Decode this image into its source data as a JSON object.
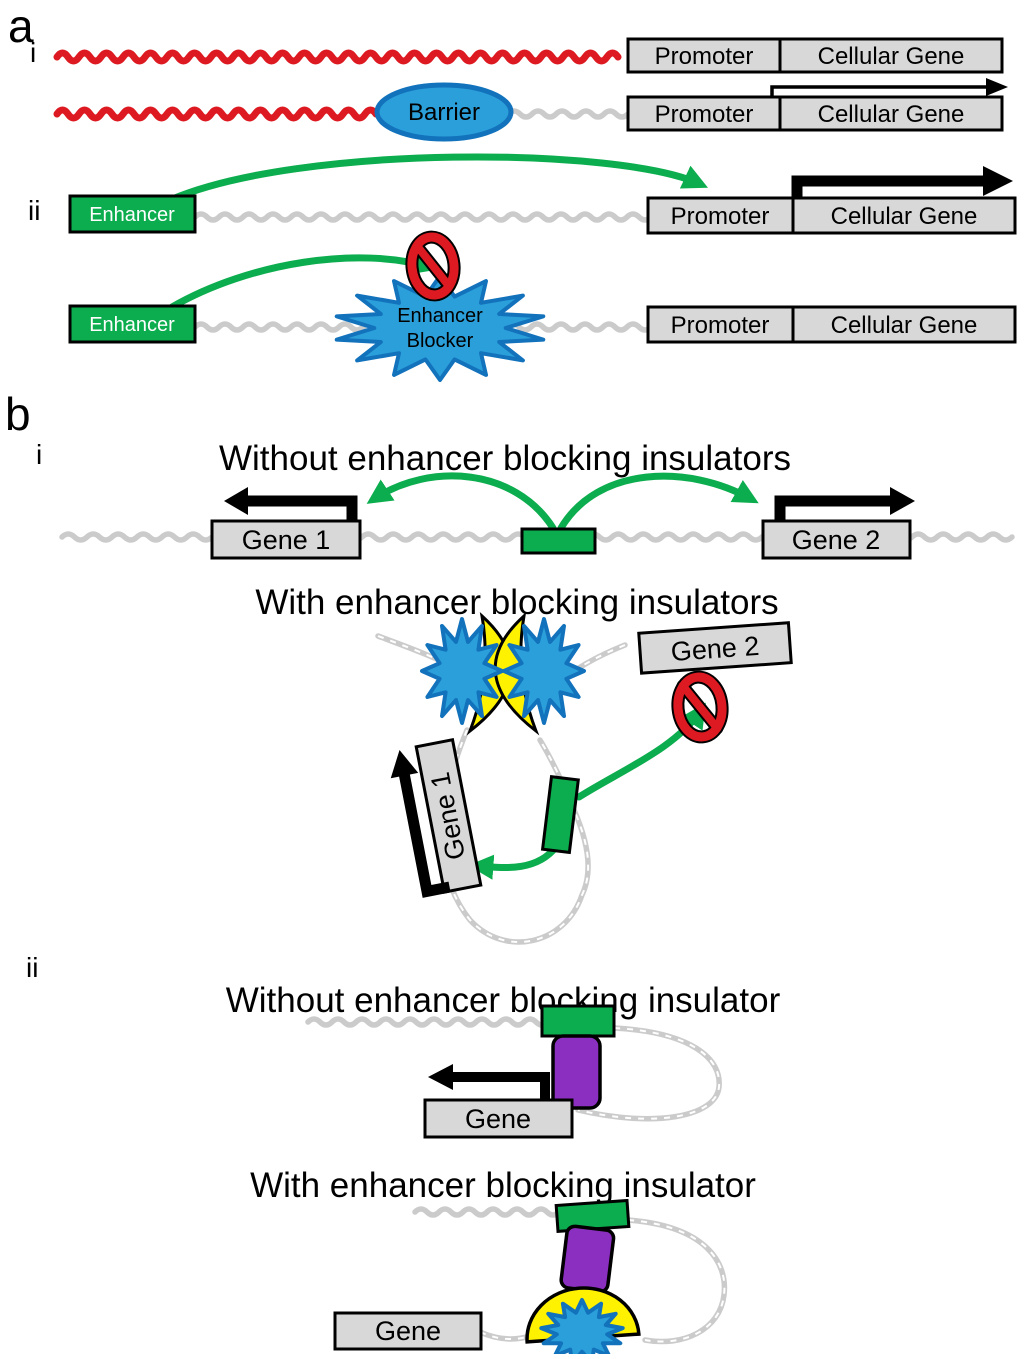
{
  "figure": {
    "panel_a": {
      "label": "a",
      "sub_i": "i",
      "sub_ii": "ii",
      "promoter": "Promoter",
      "cellular_gene": "Cellular Gene",
      "barrier": "Barrier",
      "enhancer": "Enhancer",
      "blocker_line1": "Enhancer",
      "blocker_line2": "Blocker"
    },
    "panel_b": {
      "label": "b",
      "sub_i": "i",
      "sub_ii": "ii",
      "title_without_plural": "Without enhancer blocking insulators",
      "title_with_plural": "With enhancer blocking insulators",
      "title_without_singular": "Without enhancer blocking insulator",
      "title_with_singular": "With enhancer blocking insulator",
      "gene1": "Gene 1",
      "gene2": "Gene 2",
      "gene": "Gene"
    }
  },
  "colors": {
    "red-chromatin": "#DD1A21",
    "dna-gray": "#CBCBCB",
    "box-fill": "#D8D8D8",
    "green": "#0CAD4E",
    "blue-fill": "#2B9FD9",
    "blue-stroke": "#1272BC",
    "purple": "#8B2FC0",
    "yellow": "#FFF200",
    "sign-red": "#DD1A21"
  }
}
